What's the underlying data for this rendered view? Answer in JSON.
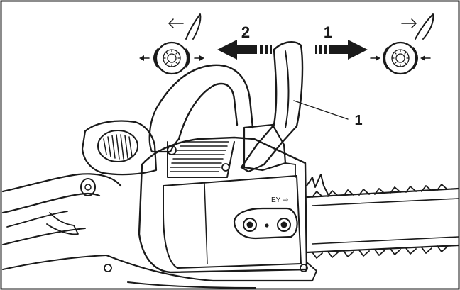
{
  "diagram": {
    "arrow_left_label": "2",
    "arrow_right_label": "1",
    "part_callout_label": "1",
    "cover_mark": "EY ⇨"
  }
}
